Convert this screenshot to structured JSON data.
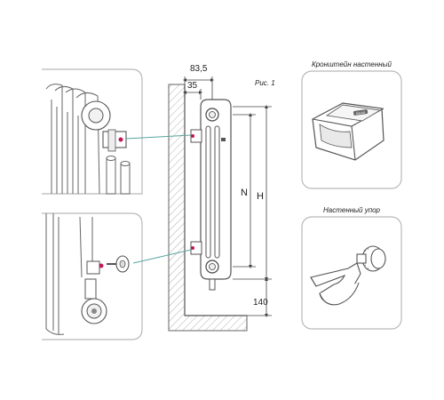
{
  "figure_label": "Рис. 1",
  "dimensions": {
    "width_total": "83,5",
    "offset": "35",
    "n": "N",
    "h": "H",
    "bottom": "140"
  },
  "callouts": {
    "wall_bracket": "Кронштейн настенный",
    "wall_stop": "Настенный упор"
  },
  "brand_mark": "RIFAR",
  "colors": {
    "line": "#555555",
    "frame": "#b9b9b9",
    "accent": "#c2185b",
    "leader": "#5aa5a0"
  }
}
